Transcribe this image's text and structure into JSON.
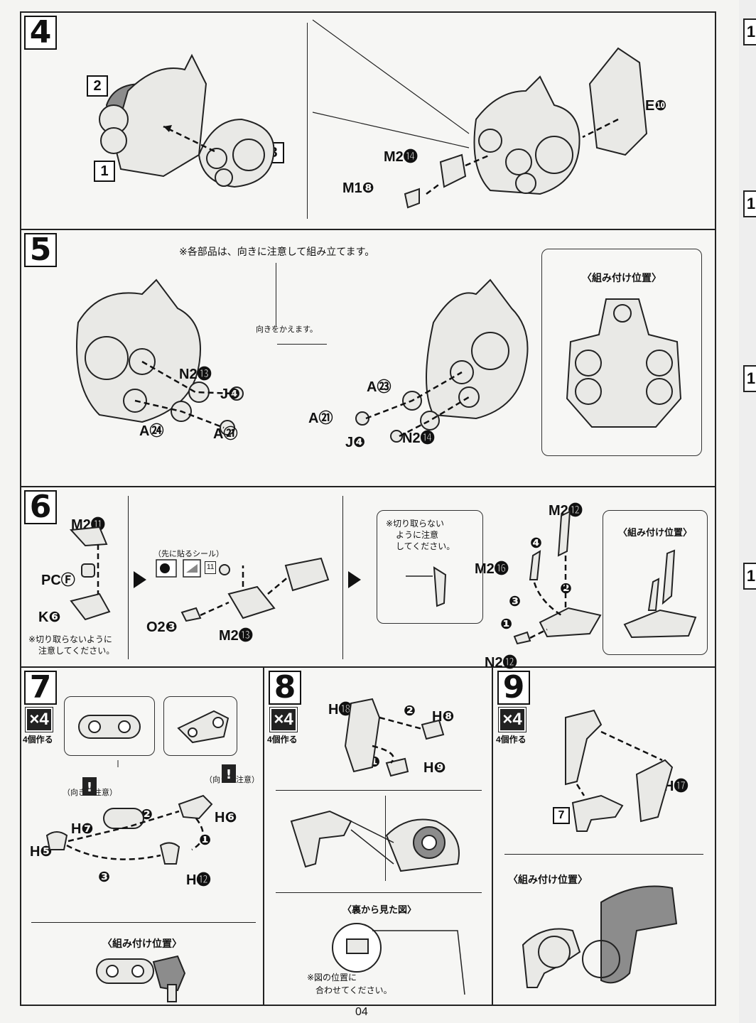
{
  "page_number": "04",
  "side_strip_marks": [
    "1",
    "1",
    "1",
    "1"
  ],
  "steps": {
    "s4": {
      "num": "4",
      "part_labels": {
        "p1": "1",
        "p2": "2",
        "p3": "3"
      },
      "m2": "M2⓮",
      "m1": "M1❽",
      "e": "E❿"
    },
    "s5": {
      "num": "5",
      "note": "※各部品は、向きに注意して組み立てます。",
      "turn": "向きをかえます。",
      "pos_title": "〈組み付け位置〉",
      "left": {
        "n2": "N2⓭",
        "j": "J❹",
        "a24": "A㉔",
        "a21": "A㉑"
      },
      "right": {
        "a23": "A㉓",
        "a21": "A㉑",
        "j": "J❹",
        "n2": "N2⓮"
      }
    },
    "s6": {
      "num": "6",
      "m2_11": "M2⓫",
      "pc": "PCⒻ",
      "k": "K❻",
      "warn": [
        "※切り取らないように",
        "注意してください。"
      ],
      "sticker": "（先に貼るシール）",
      "sticker_no": "11",
      "o2": "O2❸",
      "m2_13": "M2⓭",
      "cut_note": [
        "※切り取らない",
        "ように注意",
        "してください。"
      ],
      "m2_16": "M2⓰",
      "m2_12": "M2⓬",
      "n2_12": "N2⓬",
      "steps_nums": [
        "❶",
        "❷",
        "❸",
        "❹"
      ],
      "pos_title": "〈組み付け位置〉"
    },
    "s7": {
      "num": "7",
      "mult": "×4",
      "make": "4個作る",
      "orient": "（向きに注意）",
      "h7": "H❼",
      "h6": "H❻",
      "h5": "H❺",
      "h12": "H⓬",
      "steps_nums": [
        "❶",
        "❷",
        "❸"
      ],
      "pos_title": "〈組み付け位置〉"
    },
    "s8": {
      "num": "8",
      "mult": "×4",
      "make": "4個作る",
      "h18": "H⓲",
      "h8": "H❽",
      "h9": "H❾",
      "steps_nums": [
        "❶",
        "❷"
      ],
      "back_title": "〈裏から見た図〉",
      "align_note": [
        "※図の位置に",
        "合わせてください。"
      ]
    },
    "s9": {
      "num": "9",
      "mult": "×4",
      "make": "4個作る",
      "h17": "H⓱",
      "seven": "7",
      "pos_title": "〈組み付け位置〉"
    }
  }
}
